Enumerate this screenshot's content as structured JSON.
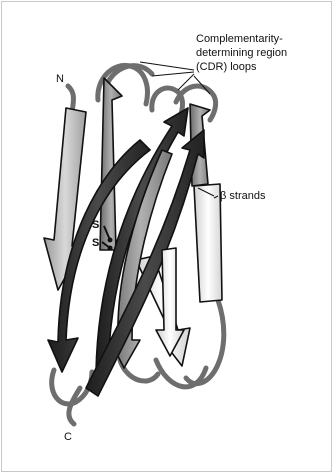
{
  "labels": {
    "n_terminus": "N",
    "c_terminus": "C",
    "cdr_line1": "Complementarity-",
    "cdr_line2": "determining region",
    "cdr_line3": "(CDR) loops",
    "strands": "β strands",
    "disulfide_s1": "S",
    "disulfide_s2": "S"
  },
  "colors": {
    "dark_strand": "#2f2f2f",
    "mid_strand": "#8a8a8a",
    "light_strand": "#e4e4e4",
    "loop": "#6e6e6e",
    "outline": "#111111"
  }
}
